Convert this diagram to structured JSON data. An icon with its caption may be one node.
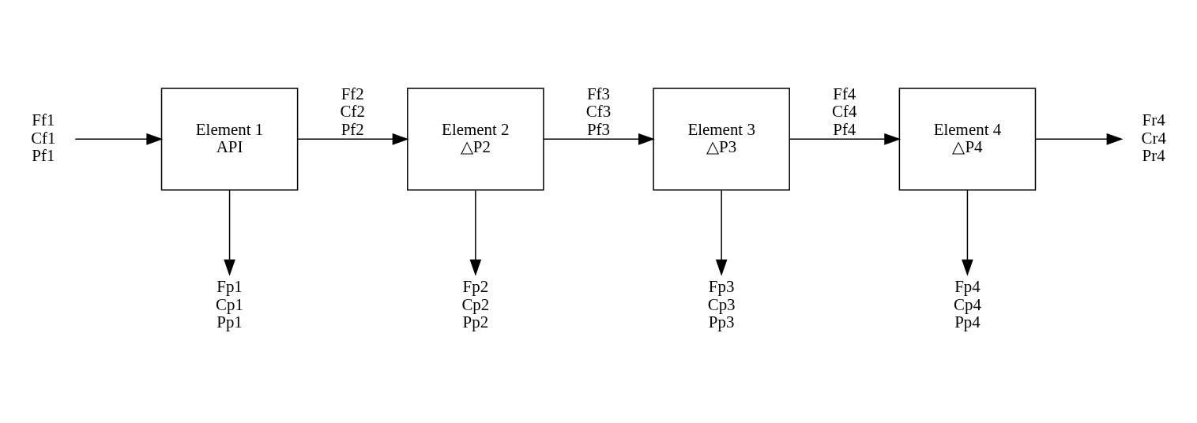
{
  "diagram": {
    "nodes": [
      {
        "text": [
          "Ff1",
          "Cf1",
          "Pf1"
        ]
      },
      {
        "text": [
          "Element 1",
          "API"
        ]
      },
      {
        "text": [
          "Element 2",
          "△P2"
        ]
      },
      {
        "text": [
          "Element 3",
          "△P3"
        ]
      },
      {
        "text": [
          "Element 4",
          "△P4"
        ]
      },
      {
        "text": [
          "Fr4",
          "Cr4",
          "Pr4"
        ]
      },
      {
        "text": [
          "Fp1",
          "Cp1",
          "Pp1"
        ]
      },
      {
        "text": [
          "Fp2",
          "Cp2",
          "Pp2"
        ]
      },
      {
        "text": [
          "Fp3",
          "Cp3",
          "Pp3"
        ]
      },
      {
        "text": [
          "Fp4",
          "Cp4",
          "Pp4"
        ]
      }
    ],
    "edges": [
      {
        "from": 0,
        "to": 1,
        "arrow": "to"
      },
      {
        "from": 1,
        "to": 2,
        "arrow": "to",
        "label": "Ff2 Cf2 Pf2"
      },
      {
        "from": 2,
        "to": 3,
        "arrow": "to",
        "label": "Ff3 Cf3 Pf3"
      },
      {
        "from": 3,
        "to": 4,
        "arrow": "to",
        "label": "Ff4 Cf4 Pf4"
      },
      {
        "from": 4,
        "to": 5,
        "arrow": "to"
      },
      {
        "from": 1,
        "to": 6,
        "arrow": "to"
      },
      {
        "from": 2,
        "to": 7,
        "arrow": "to"
      },
      {
        "from": 3,
        "to": 8,
        "arrow": "to"
      },
      {
        "from": 4,
        "to": 9,
        "arrow": "to"
      }
    ]
  }
}
